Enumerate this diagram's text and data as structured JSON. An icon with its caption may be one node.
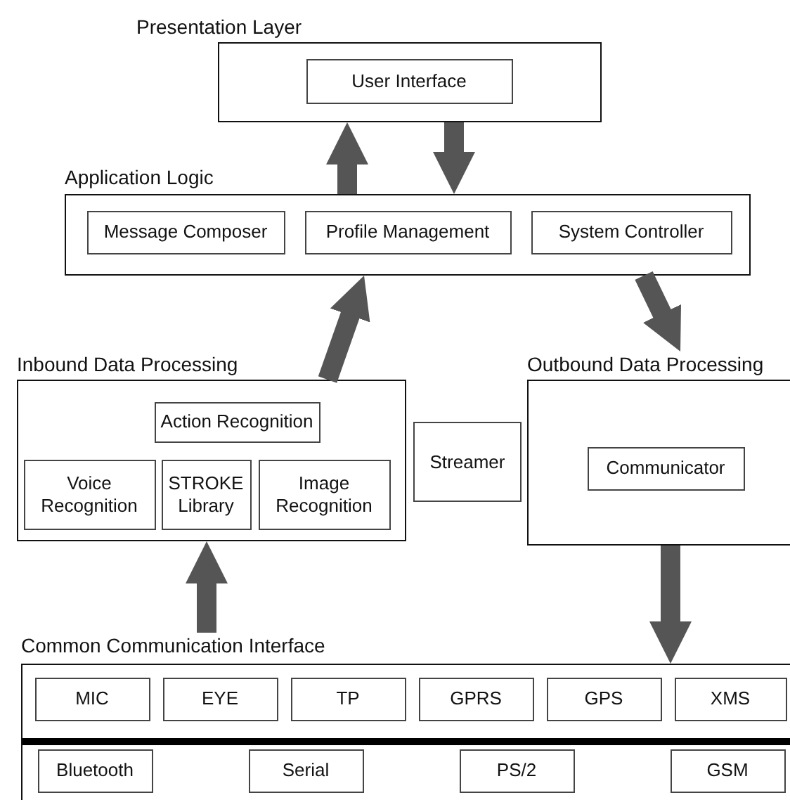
{
  "diagram": {
    "nodes": [
      {
        "text": [
          "Presentation Layer"
        ]
      },
      {
        "text": [
          "User Interface"
        ],
        "in": 0
      },
      {
        "text": [
          "Application Logic"
        ]
      },
      {
        "text": [
          "Message Composer"
        ],
        "in": 2
      },
      {
        "text": [
          "Profile Management"
        ],
        "in": 2
      },
      {
        "text": [
          "System Controller"
        ],
        "in": 2
      },
      {
        "text": [
          "Inbound Data Processing"
        ]
      },
      {
        "text": [
          "Action Recognition"
        ],
        "in": 6
      },
      {
        "text": [
          "Voice Recognition"
        ],
        "in": 6
      },
      {
        "text": [
          "STROKE Library"
        ],
        "in": 6
      },
      {
        "text": [
          "Image Recognition"
        ],
        "in": 6
      },
      {
        "text": [
          "Streamer"
        ]
      },
      {
        "text": [
          "Outbound Data Processing"
        ]
      },
      {
        "text": [
          "Communicator"
        ],
        "in": 12
      },
      {
        "text": [
          "Common Communication Interface"
        ]
      },
      {
        "text": [
          "MIC"
        ],
        "in": 14
      },
      {
        "text": [
          "EYE"
        ],
        "in": 14
      },
      {
        "text": [
          "TP"
        ],
        "in": 14
      },
      {
        "text": [
          "GPRS"
        ],
        "in": 14
      },
      {
        "text": [
          "GPS"
        ],
        "in": 14
      },
      {
        "text": [
          "XMS"
        ],
        "in": 14
      },
      {
        "text": [
          "Bluetooth"
        ],
        "in": 14
      },
      {
        "text": [
          "Serial"
        ],
        "in": 14
      },
      {
        "text": [
          "PS/2"
        ],
        "in": 14
      },
      {
        "text": [
          "GSM"
        ],
        "in": 14
      }
    ],
    "edges": [
      {
        "from": 2,
        "to": 0,
        "arrow": "to"
      },
      {
        "from": 0,
        "to": 2,
        "arrow": "to"
      },
      {
        "from": 6,
        "to": 2,
        "arrow": "to"
      },
      {
        "from": 2,
        "to": 12,
        "arrow": "to"
      },
      {
        "from": 14,
        "to": 6,
        "arrow": "to"
      },
      {
        "from": 12,
        "to": 14,
        "arrow": "to"
      }
    ]
  }
}
